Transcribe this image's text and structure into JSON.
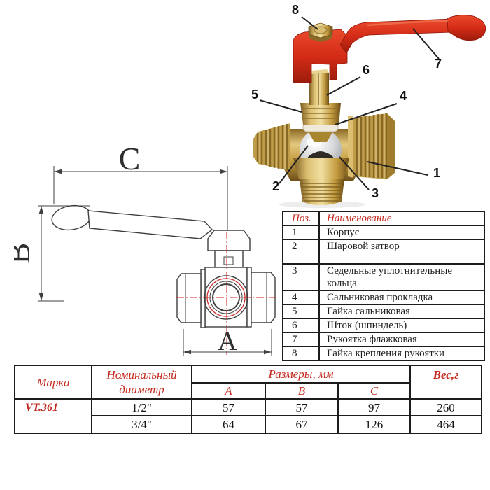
{
  "photo": {
    "description": "three-way brass ball valve with red lever handle, cutaway photo",
    "callouts": [
      "1",
      "2",
      "3",
      "4",
      "5",
      "6",
      "7",
      "8"
    ]
  },
  "drawing": {
    "labels": {
      "a": "A",
      "b": "B",
      "c": "C"
    }
  },
  "parts_table": {
    "headers": {
      "pos": "Поз.",
      "name": "Наименование"
    },
    "rows": [
      {
        "pos": "1",
        "name": "Корпус"
      },
      {
        "pos": "2",
        "name": "Шаровой затвор"
      },
      {
        "pos": "3",
        "name": "Седельные уплотнительные кольца"
      },
      {
        "pos": "4",
        "name": "Сальниковая прокладка"
      },
      {
        "pos": "5",
        "name": "Гайка сальниковая"
      },
      {
        "pos": "6",
        "name": "Шток (шпиндель)"
      },
      {
        "pos": "7",
        "name": "Рукоятка флажковая"
      },
      {
        "pos": "8",
        "name": "Гайка крепления рукоятки"
      }
    ]
  },
  "spec_table": {
    "headers": {
      "brand": "Марка",
      "nominal_diameter": "Номинальный диаметр",
      "dimensions": "Размеры, мм",
      "a": "A",
      "b": "B",
      "c": "C",
      "weight": "Вес,г"
    },
    "brand_value": "VT.361",
    "rows": [
      {
        "diameter": "1/2\"",
        "a": "57",
        "b": "57",
        "c": "97",
        "weight": "260"
      },
      {
        "diameter": "3/4\"",
        "a": "64",
        "b": "67",
        "c": "126",
        "weight": "464"
      }
    ]
  },
  "colors": {
    "accent_red": "#c42a1e",
    "handle_red": "#d6301c",
    "brass": "#bf9c4a",
    "drawing_line": "#3f3f3f",
    "centerline_red": "#cc2222"
  }
}
